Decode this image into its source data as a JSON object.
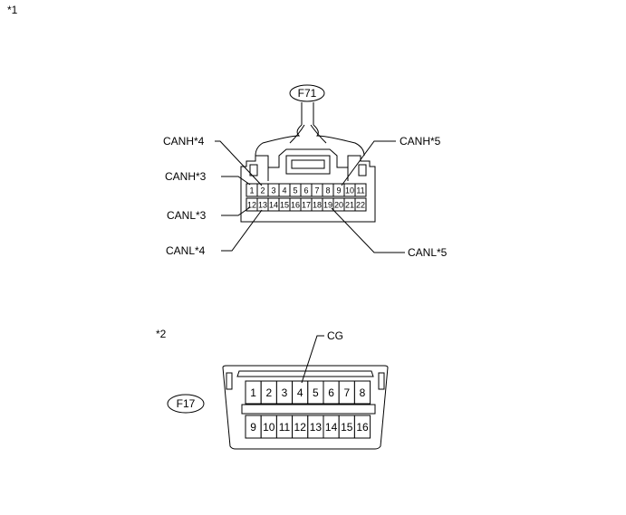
{
  "notes": {
    "note1": "*1",
    "note2": "*2"
  },
  "connector_f71": {
    "name": "F71",
    "row1_pins": [
      "1",
      "2",
      "3",
      "4",
      "5",
      "6",
      "7",
      "8",
      "9",
      "10",
      "11"
    ],
    "row2_pins": [
      "12",
      "13",
      "14",
      "15",
      "16",
      "17",
      "18",
      "19",
      "20",
      "21",
      "22"
    ],
    "labels": {
      "canh4": "CANH*4",
      "canh3": "CANH*3",
      "canl3": "CANL*3",
      "canl4": "CANL*4",
      "canh5": "CANH*5",
      "canl5": "CANL*5"
    }
  },
  "connector_f17": {
    "name": "F17",
    "row1_pins": [
      "1",
      "2",
      "3",
      "4",
      "5",
      "6",
      "7",
      "8"
    ],
    "row2_pins": [
      "9",
      "10",
      "11",
      "12",
      "13",
      "14",
      "15",
      "16"
    ],
    "labels": {
      "cg": "CG"
    }
  }
}
